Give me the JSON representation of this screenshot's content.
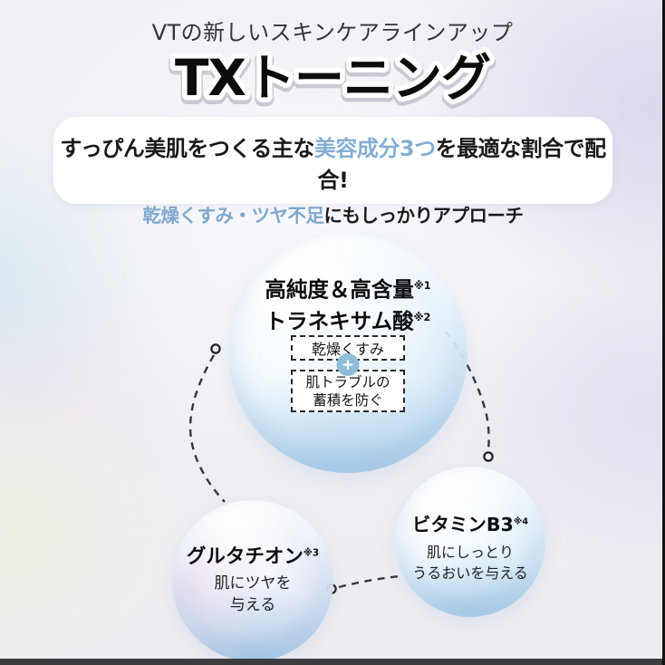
{
  "header": {
    "subtitle": "VTの新しいスキンケアラインアップ",
    "title": "TXトーニング"
  },
  "claim_box": {
    "line1_pre": "すっぴん美肌をつくる主な",
    "line1_highlight": "美容成分3つ",
    "line1_post": "を最適な割合で配合!",
    "line2_highlight": "乾燥くすみ・ツヤ不足",
    "line2_post": "にもしっかりアプローチ"
  },
  "bubbles": {
    "tranexamic": {
      "heading_line1": "高純度＆高含量",
      "heading_line1_note": "※1",
      "heading_line2": "トラネキサム酸",
      "heading_line2_note": "※2",
      "effect_box1": "乾燥くすみ",
      "plus_label": "+",
      "effect_box2_line1": "肌トラブルの",
      "effect_box2_line2": "蓄積を防ぐ"
    },
    "glutathione": {
      "heading": "グルタチオン",
      "heading_note": "※3",
      "desc_line1": "肌にツヤを",
      "desc_line2": "与える"
    },
    "vitamin_b3": {
      "heading": "ビタミンB3",
      "heading_note": "※4",
      "desc_line1": "肌にしっとり",
      "desc_line2": "うるおいを与える"
    }
  },
  "colors": {
    "highlight_blue": "#84aed2",
    "plus_circle_blue": "#8fbcd9",
    "bubble_blue_edge": "#a6cae7",
    "connector_gray": "#34383e",
    "bottom_bar": "#3d3d40"
  }
}
